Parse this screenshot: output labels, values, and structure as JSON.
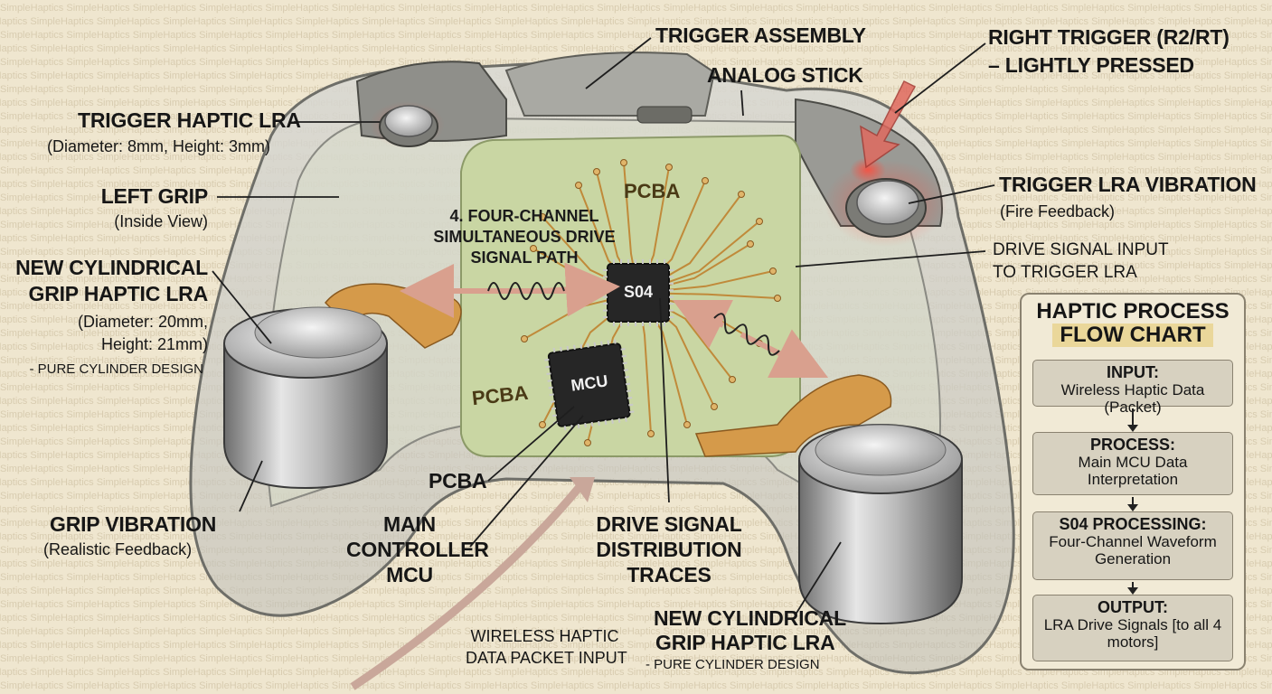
{
  "labels": {
    "trigger_assembly": "TRIGGER ASSEMBLY",
    "analog_stick": "ANALOG STICK",
    "right_trigger_line1": "RIGHT TRIGGER (R2/RT)",
    "right_trigger_line2": "– LIGHTLY PRESSED",
    "trigger_haptic_lra": "TRIGGER HAPTIC LRA",
    "trigger_haptic_lra_dims": "(Diameter: 8mm, Height: 3mm)",
    "left_grip": "LEFT GRIP",
    "left_grip_sub": "(Inside View)",
    "new_lra_left_line1": "NEW CYLINDRICAL",
    "new_lra_left_line2": "GRIP HAPTIC LRA",
    "new_lra_left_dims1": "(Diameter: 20mm,",
    "new_lra_left_dims2": "Height: 21mm)",
    "new_lra_left_design": "- PURE CYLINDER DESIGN",
    "grip_vibration": "GRIP VIBRATION",
    "grip_vibration_sub": "(Realistic Feedback)",
    "pcba_callout": "PCBA",
    "main_controller_line1": "MAIN",
    "main_controller_line2": "CONTROLLER",
    "main_controller_line3": "MCU",
    "drive_traces_line1": "DRIVE SIGNAL",
    "drive_traces_line2": "DISTRIBUTION",
    "drive_traces_line3": "TRACES",
    "wireless_line1": "WIRELESS HAPTIC",
    "wireless_line2": "DATA PACKET INPUT",
    "new_lra_right_line1": "NEW CYLINDRICAL",
    "new_lra_right_line2": "GRIP HAPTIC LRA",
    "new_lra_right_design": "- PURE CYLINDER DESIGN",
    "trigger_lra_vibration": "TRIGGER LRA VIBRATION",
    "trigger_lra_vibration_sub": "(Fire Feedback)",
    "drive_input_line1": "DRIVE SIGNAL INPUT",
    "drive_input_line2": "TO TRIGGER LRA",
    "four_channel_line1": "4. FOUR-CHANNEL",
    "four_channel_line2": "SIMULTANEOUS DRIVE",
    "four_channel_line3": "SIGNAL PATH",
    "pcba_board_top": "PCBA",
    "pcba_board_left": "PCBA",
    "chip_s04": "S04",
    "chip_mcu": "MCU"
  },
  "flow_chart": {
    "title_line1": "HAPTIC PROCESS",
    "title_line2": "FLOW CHART",
    "steps": [
      {
        "title": "INPUT:",
        "body": "Wireless Haptic Data (Packet)"
      },
      {
        "title": "PROCESS:",
        "body": "Main MCU Data Interpretation"
      },
      {
        "title": "S04 PROCESSING:",
        "body": "Four-Channel Waveform Generation"
      },
      {
        "title": "OUTPUT:",
        "body": "LRA Drive Signals [to all 4 motors]"
      }
    ]
  },
  "watermark_text": "SimpleHaptics",
  "colors": {
    "background": "#efe6cf",
    "pcb": "#c9d6a3",
    "trace": "#c08a3a",
    "flex_cable": "#d59a4a",
    "chip": "#262626",
    "shell": "#c9c9c4",
    "trigger_glow": "#e0403a",
    "arrow_pink": "#d9a08e",
    "flow_highlight": "#ead79a"
  }
}
